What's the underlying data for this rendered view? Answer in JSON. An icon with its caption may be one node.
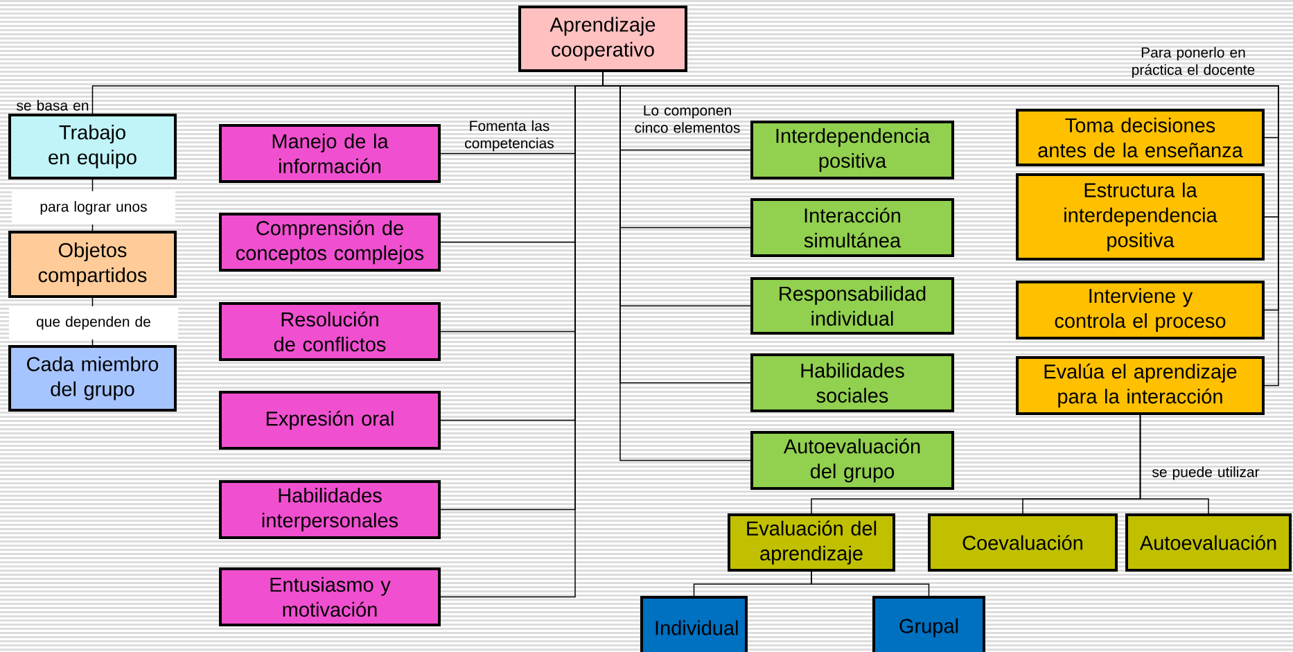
{
  "diagram": {
    "nodes": [
      {
        "text": [
          "Aprendizaje cooperativo"
        ]
      },
      {
        "text": [
          "Trabajo en equipo"
        ]
      },
      {
        "text": [
          "Objetos compartidos"
        ]
      },
      {
        "text": [
          "Cada miembro del grupo"
        ]
      },
      {
        "text": [
          "Manejo de la información"
        ]
      },
      {
        "text": [
          "Comprensión de conceptos complejos"
        ]
      },
      {
        "text": [
          "Resolución de conflictos"
        ]
      },
      {
        "text": [
          "Expresión oral"
        ]
      },
      {
        "text": [
          "Habilidades interpersonales"
        ]
      },
      {
        "text": [
          "Entusiasmo y motivación"
        ]
      },
      {
        "text": [
          "Interdependencia positiva"
        ]
      },
      {
        "text": [
          "Interacción simultánea"
        ]
      },
      {
        "text": [
          "Responsabilidad individual"
        ]
      },
      {
        "text": [
          "Habilidades sociales"
        ]
      },
      {
        "text": [
          "Autoevaluación del grupo"
        ]
      },
      {
        "text": [
          "Toma decisiones antes de la enseñanza"
        ]
      },
      {
        "text": [
          "Estructura la interdependencia positiva"
        ]
      },
      {
        "text": [
          "Interviene y controla el proceso"
        ]
      },
      {
        "text": [
          "Evalúa el aprendizaje para la interacción"
        ]
      },
      {
        "text": [
          "Evaluación del aprendizaje"
        ]
      },
      {
        "text": [
          "Coevaluación"
        ]
      },
      {
        "text": [
          "Autoevaluación"
        ]
      },
      {
        "text": [
          "Individual"
        ]
      },
      {
        "text": [
          "Grupal"
        ]
      }
    ],
    "edges": [
      {
        "from": 0,
        "to": 1,
        "arrow": "none",
        "label": "se basa en"
      },
      {
        "from": 1,
        "to": 2,
        "arrow": "none",
        "label": "para lograr unos"
      },
      {
        "from": 2,
        "to": 3,
        "arrow": "none",
        "label": "que dependen de"
      },
      {
        "from": 0,
        "to": 4,
        "arrow": "none",
        "label": "Fomenta las competencias"
      },
      {
        "from": 0,
        "to": 5,
        "arrow": "none"
      },
      {
        "from": 0,
        "to": 6,
        "arrow": "none"
      },
      {
        "from": 0,
        "to": 7,
        "arrow": "none"
      },
      {
        "from": 0,
        "to": 8,
        "arrow": "none"
      },
      {
        "from": 0,
        "to": 9,
        "arrow": "none"
      },
      {
        "from": 0,
        "to": 10,
        "arrow": "none",
        "label": "Lo componen cinco elementos"
      },
      {
        "from": 0,
        "to": 11,
        "arrow": "none"
      },
      {
        "from": 0,
        "to": 12,
        "arrow": "none"
      },
      {
        "from": 0,
        "to": 13,
        "arrow": "none"
      },
      {
        "from": 0,
        "to": 14,
        "arrow": "none"
      },
      {
        "from": 0,
        "to": 15,
        "arrow": "none",
        "label": "Para ponerlo en práctica el docente"
      },
      {
        "from": 0,
        "to": 16,
        "arrow": "none"
      },
      {
        "from": 0,
        "to": 17,
        "arrow": "none"
      },
      {
        "from": 0,
        "to": 18,
        "arrow": "none"
      },
      {
        "from": 18,
        "to": 19,
        "arrow": "none",
        "label": "se puede utilizar"
      },
      {
        "from": 18,
        "to": 20,
        "arrow": "none"
      },
      {
        "from": 18,
        "to": 21,
        "arrow": "none"
      },
      {
        "from": 19,
        "to": 22,
        "arrow": "none"
      },
      {
        "from": 19,
        "to": 23,
        "arrow": "none"
      }
    ]
  }
}
